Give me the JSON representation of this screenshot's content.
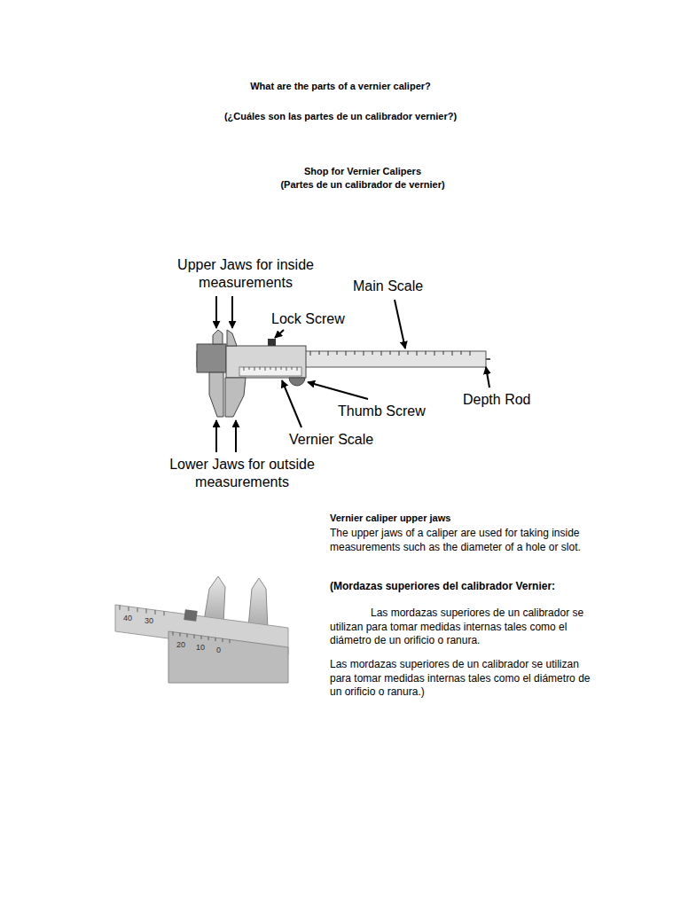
{
  "diagram": {
    "title": "What are the parts of a vernier caliper?",
    "labels": [
      "(¿Cuáles son las partes de un calibrador vernier?)",
      "Shop for Vernier Calipers",
      "(Partes de un calibrador de vernier)",
      "Upper Jaws for inside measurements",
      "Main Scale",
      "Lock Screw",
      "Thumb Screw",
      "Depth Rod",
      "Vernier Scale",
      "Lower Jaws for outside measurements",
      "Vernier caliper upper jaws",
      "The upper jaws of a caliper are used for taking inside measurements such as the diameter of a hole or slot.",
      "(Mordazas superiores del calibrador Vernier:",
      "Las mordazas superiores de un calibrador se utilizan para tomar medidas internas tales como el diámetro de un orificio o ranura.",
      "Las mordazas superiores de un calibrador se utilizan para tomar medidas internas tales como el diámetro de un orificio o ranura.)",
      "40",
      "30",
      "20",
      "10",
      "0"
    ]
  }
}
